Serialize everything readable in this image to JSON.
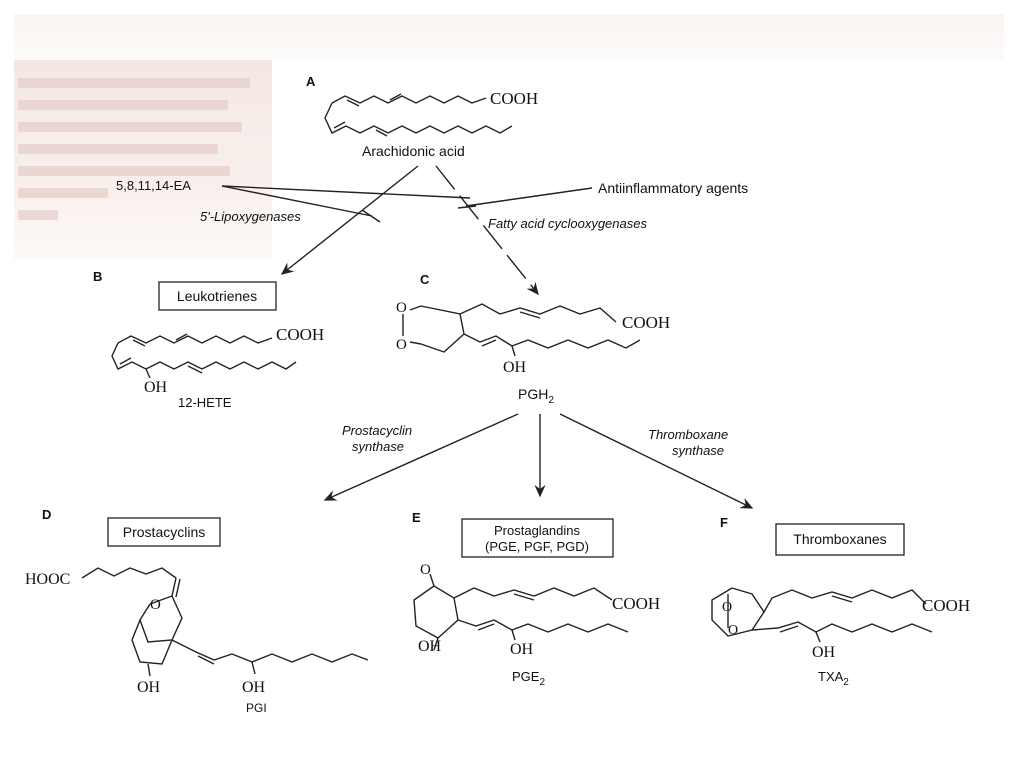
{
  "panels": {
    "a": "A",
    "b": "B",
    "c": "C",
    "d": "D",
    "e": "E",
    "f": "F"
  },
  "compounds": {
    "arachidonic_acid": "Arachidonic acid",
    "pgh2_base": "PGH",
    "pgh2_sub": "2",
    "hete": "12-HETE",
    "pge2_base": "PGE",
    "pge2_sub": "2",
    "txa2_base": "TXA",
    "txa2_sub": "2",
    "pgi_partial": "PGI"
  },
  "boxes": {
    "leukotrienes": "Leukotrienes",
    "prostacyclins": "Prostacyclins",
    "prostaglandins_line1": "Prostaglandins",
    "prostaglandins_line2": "(PGE, PGF, PGD)",
    "thromboxanes": "Thromboxanes"
  },
  "inhibitors": {
    "eta": "5,8,11,14-EA",
    "antiinflammatory": "Antiinflammatory agents"
  },
  "enzymes": {
    "lipoxygenase": "5'-Lipoxygenases",
    "cyclooxygenase": "Fatty acid cyclooxygenases",
    "prostacyclin_synthase_1": "Prostacyclin",
    "prostacyclin_synthase_2": "synthase",
    "thromboxane_synthase_1": "Thromboxane",
    "thromboxane_synthase_2": "synthase"
  },
  "groups": {
    "cooh": "COOH",
    "hooc": "HOOC",
    "oh": "OH",
    "o": "O"
  },
  "colors": {
    "ink": "#1a1a1a",
    "bleed": "#f4e8e4",
    "inhibitor_text": "#1f3b3b"
  }
}
